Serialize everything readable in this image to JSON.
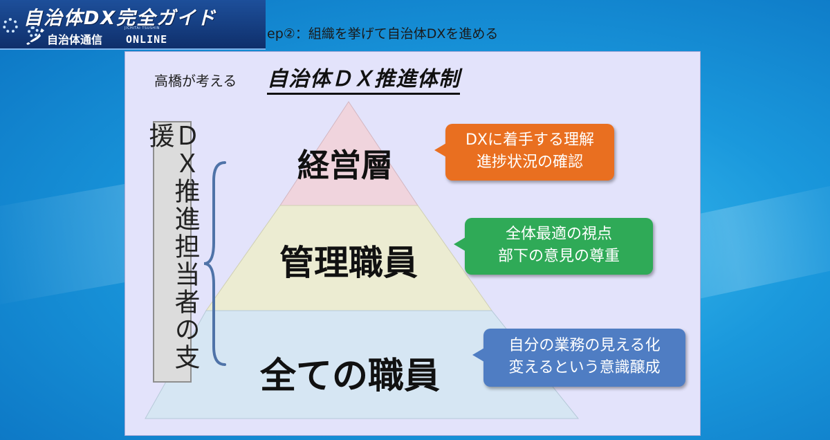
{
  "header": {
    "logo_title": "自治体DX完全ガイド",
    "logo_subtitle": "自治体通信",
    "logo_tiny": "JICHITAI TSUSHIN",
    "logo_online": "ONLINE",
    "step_title": "ep②：組織を挙げて自治体DXを進める"
  },
  "slide": {
    "title_prefix": "高橋が考える",
    "title": "自治体ＤＸ推進体制",
    "vertical_label": "ＤＸ推進担当者の支援",
    "levels": [
      {
        "label": "経営層",
        "color": "#f0d4dd"
      },
      {
        "label": "管理職員",
        "color": "#ececd2"
      },
      {
        "label": "全ての職員",
        "color": "#d6e6f3"
      }
    ],
    "bubbles": [
      {
        "line1": "DXに着手する理解",
        "line2": "進捗状況の確認",
        "color": "#e96f20"
      },
      {
        "line1": "全体最適の視点",
        "line2": "部下の意見の尊重",
        "color": "#2faa57"
      },
      {
        "line1": "自分の業務の見える化",
        "line2": "変えるという意識醸成",
        "color": "#4f7dc3"
      }
    ]
  }
}
